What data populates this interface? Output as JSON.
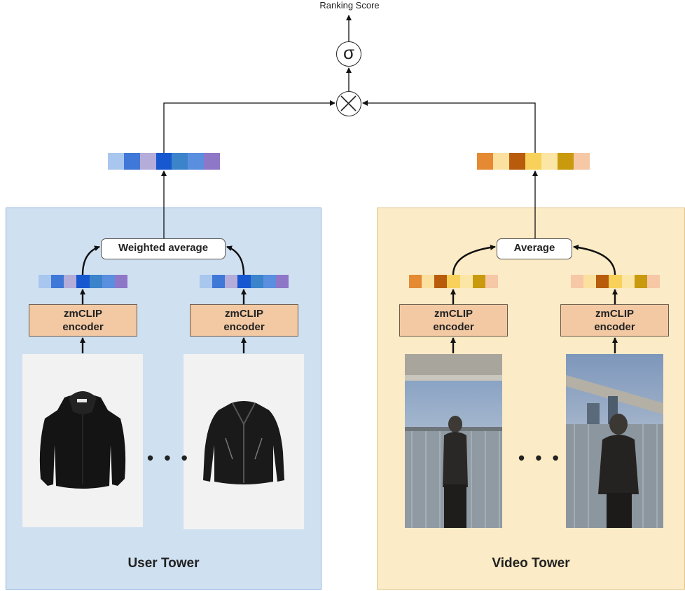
{
  "output": {
    "label": "Ranking Score",
    "sigmoid_symbol": "σ",
    "product_symbol": "⊗"
  },
  "user_tower": {
    "title": "User Tower",
    "aggregator": "Weighted average",
    "encoder_label": "zmCLIP\nencoder",
    "ellipsis": "• • •",
    "embedding_colors": [
      "#a9c7ee",
      "#3f78d6",
      "#b4acd9",
      "#1757d0",
      "#3b84cb",
      "#5a8fe0",
      "#8f77c8"
    ],
    "item_embedding_colors_1": [
      "#a9c7ee",
      "#3f78d6",
      "#b4acd9",
      "#1757d0",
      "#3b84cb",
      "#5a8fe0",
      "#8f77c8"
    ],
    "item_embedding_colors_2": [
      "#a9c7ee",
      "#3f78d6",
      "#b4acd9",
      "#1757d0",
      "#3b84cb",
      "#5a8fe0",
      "#8f77c8"
    ],
    "items": [
      {
        "image": "black-hoodie-image"
      },
      {
        "image": "leather-jacket-image"
      }
    ]
  },
  "video_tower": {
    "title": "Video Tower",
    "aggregator": "Average",
    "encoder_label": "zmCLIP\nencoder",
    "ellipsis": "• • •",
    "embedding_colors": [
      "#e58a33",
      "#fbe0a0",
      "#b85c0c",
      "#f8d15a",
      "#fbe6a6",
      "#c99a0e",
      "#f6c8a6"
    ],
    "frame_embedding_colors_1": [
      "#e58a33",
      "#fbe0a0",
      "#b85c0c",
      "#f8d15a",
      "#fbe6a6",
      "#c99a0e",
      "#f6c8a6"
    ],
    "frame_embedding_colors_2": [
      "#f6c8a6",
      "#fbe0a0",
      "#b85c0c",
      "#f8d15a",
      "#fbe6a6",
      "#c99a0e",
      "#f6c8a6"
    ],
    "frames": [
      {
        "image": "video-frame-image"
      },
      {
        "image": "video-frame-image"
      }
    ]
  }
}
